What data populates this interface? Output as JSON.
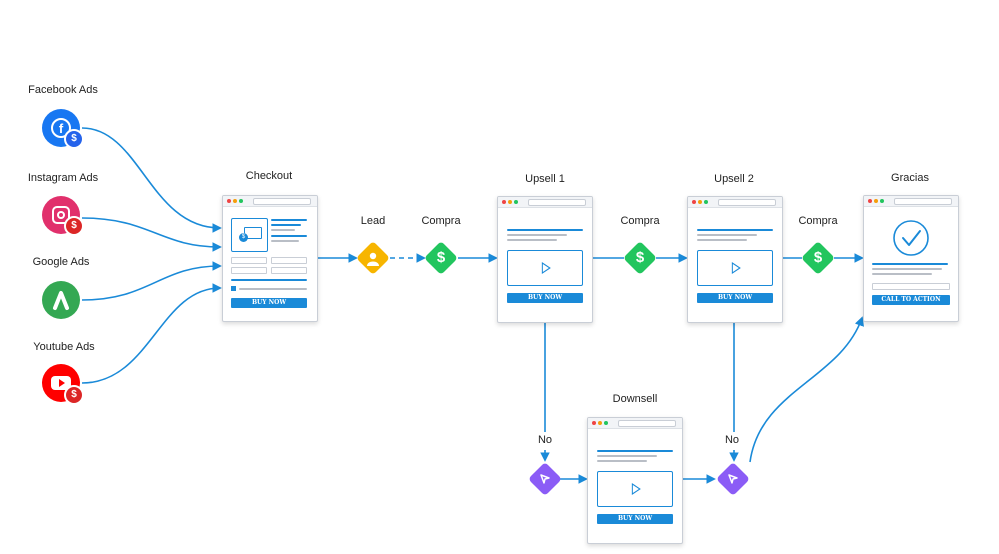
{
  "sources": [
    {
      "label": "Facebook Ads",
      "icon": "facebook-icon",
      "color": "#1877F2"
    },
    {
      "label": "Instagram Ads",
      "icon": "instagram-icon",
      "color": "#E1306C"
    },
    {
      "label": "Google Ads",
      "icon": "google-ads-icon",
      "color": "#34A853"
    },
    {
      "label": "Youtube Ads",
      "icon": "youtube-icon",
      "color": "#FF0000"
    }
  ],
  "pages": {
    "checkout": {
      "label": "Checkout",
      "button": "BUY NOW"
    },
    "upsell1": {
      "label": "Upsell 1",
      "button": "BUY NOW"
    },
    "upsell2": {
      "label": "Upsell 2",
      "button": "BUY NOW"
    },
    "downsell": {
      "label": "Downsell",
      "button": "BUY NOW"
    },
    "gracias": {
      "label": "Gracias",
      "button": "CALL TO ACTION"
    }
  },
  "events": {
    "lead": "Lead",
    "compra1": "Compra",
    "compra2": "Compra",
    "compra3": "Compra",
    "no1": "No",
    "no2": "No"
  },
  "colors": {
    "arrow": "#1a8ad8",
    "lead": "#F7B500",
    "compra": "#22C55E",
    "decision": "#8B5CF6",
    "badge": "#2563EB",
    "badge_red": "#DC2626"
  }
}
